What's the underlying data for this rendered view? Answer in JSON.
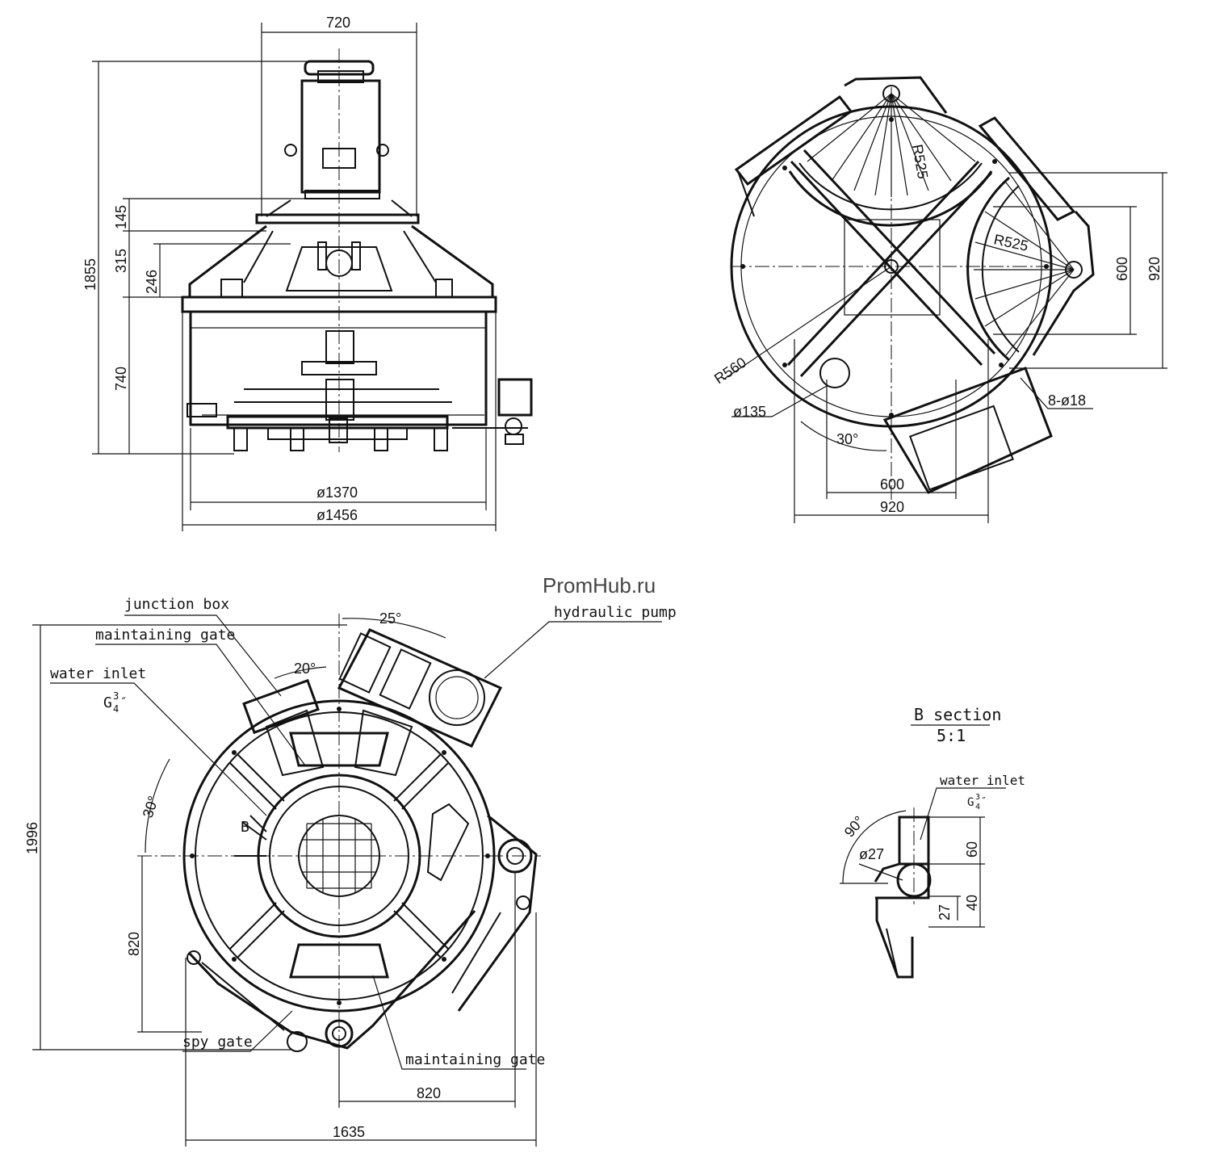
{
  "watermark": "PromHub.ru",
  "front_view": {
    "dims": {
      "width_top": "720",
      "height_total": "1855",
      "h145": "145",
      "h315": "315",
      "h246": "246",
      "h740": "740",
      "dia1370": "ø1370",
      "dia1456": "ø1456"
    }
  },
  "top_view": {
    "dims": {
      "r525_top": "R525",
      "r525_right": "R525",
      "r560": "R560",
      "d135": "ø135",
      "holes": "8-ø18",
      "angle30": "30°",
      "w600": "600",
      "w920": "920",
      "h600": "600",
      "h920": "920"
    }
  },
  "plan_view": {
    "labels": {
      "junction_box": "junction box",
      "maintaining_gate_top": "maintaining gate",
      "water_inlet": "water inlet",
      "water_inlet_thread_g": "G",
      "water_inlet_thread_num": "3",
      "water_inlet_thread_den": "4",
      "water_inlet_thread_unit": "″",
      "hydraulic_pump": "hydraulic pump",
      "spy_gate": "spy gate",
      "maintaining_gate_bottom": "maintaining gate",
      "section_marker": "B"
    },
    "dims": {
      "angle25": "25°",
      "angle20": "20°",
      "angle30": "30°",
      "h1996": "1996",
      "h820": "820",
      "w820": "820",
      "w1635": "1635"
    }
  },
  "b_section": {
    "title": "B section",
    "scale": "5:1",
    "water_inlet": "water inlet",
    "thread_g": "G",
    "thread_num": "3",
    "thread_den": "4",
    "thread_unit": "″",
    "dims": {
      "angle90": "90°",
      "d27": "ø27",
      "h60": "60",
      "h40": "40",
      "h27": "27"
    }
  }
}
